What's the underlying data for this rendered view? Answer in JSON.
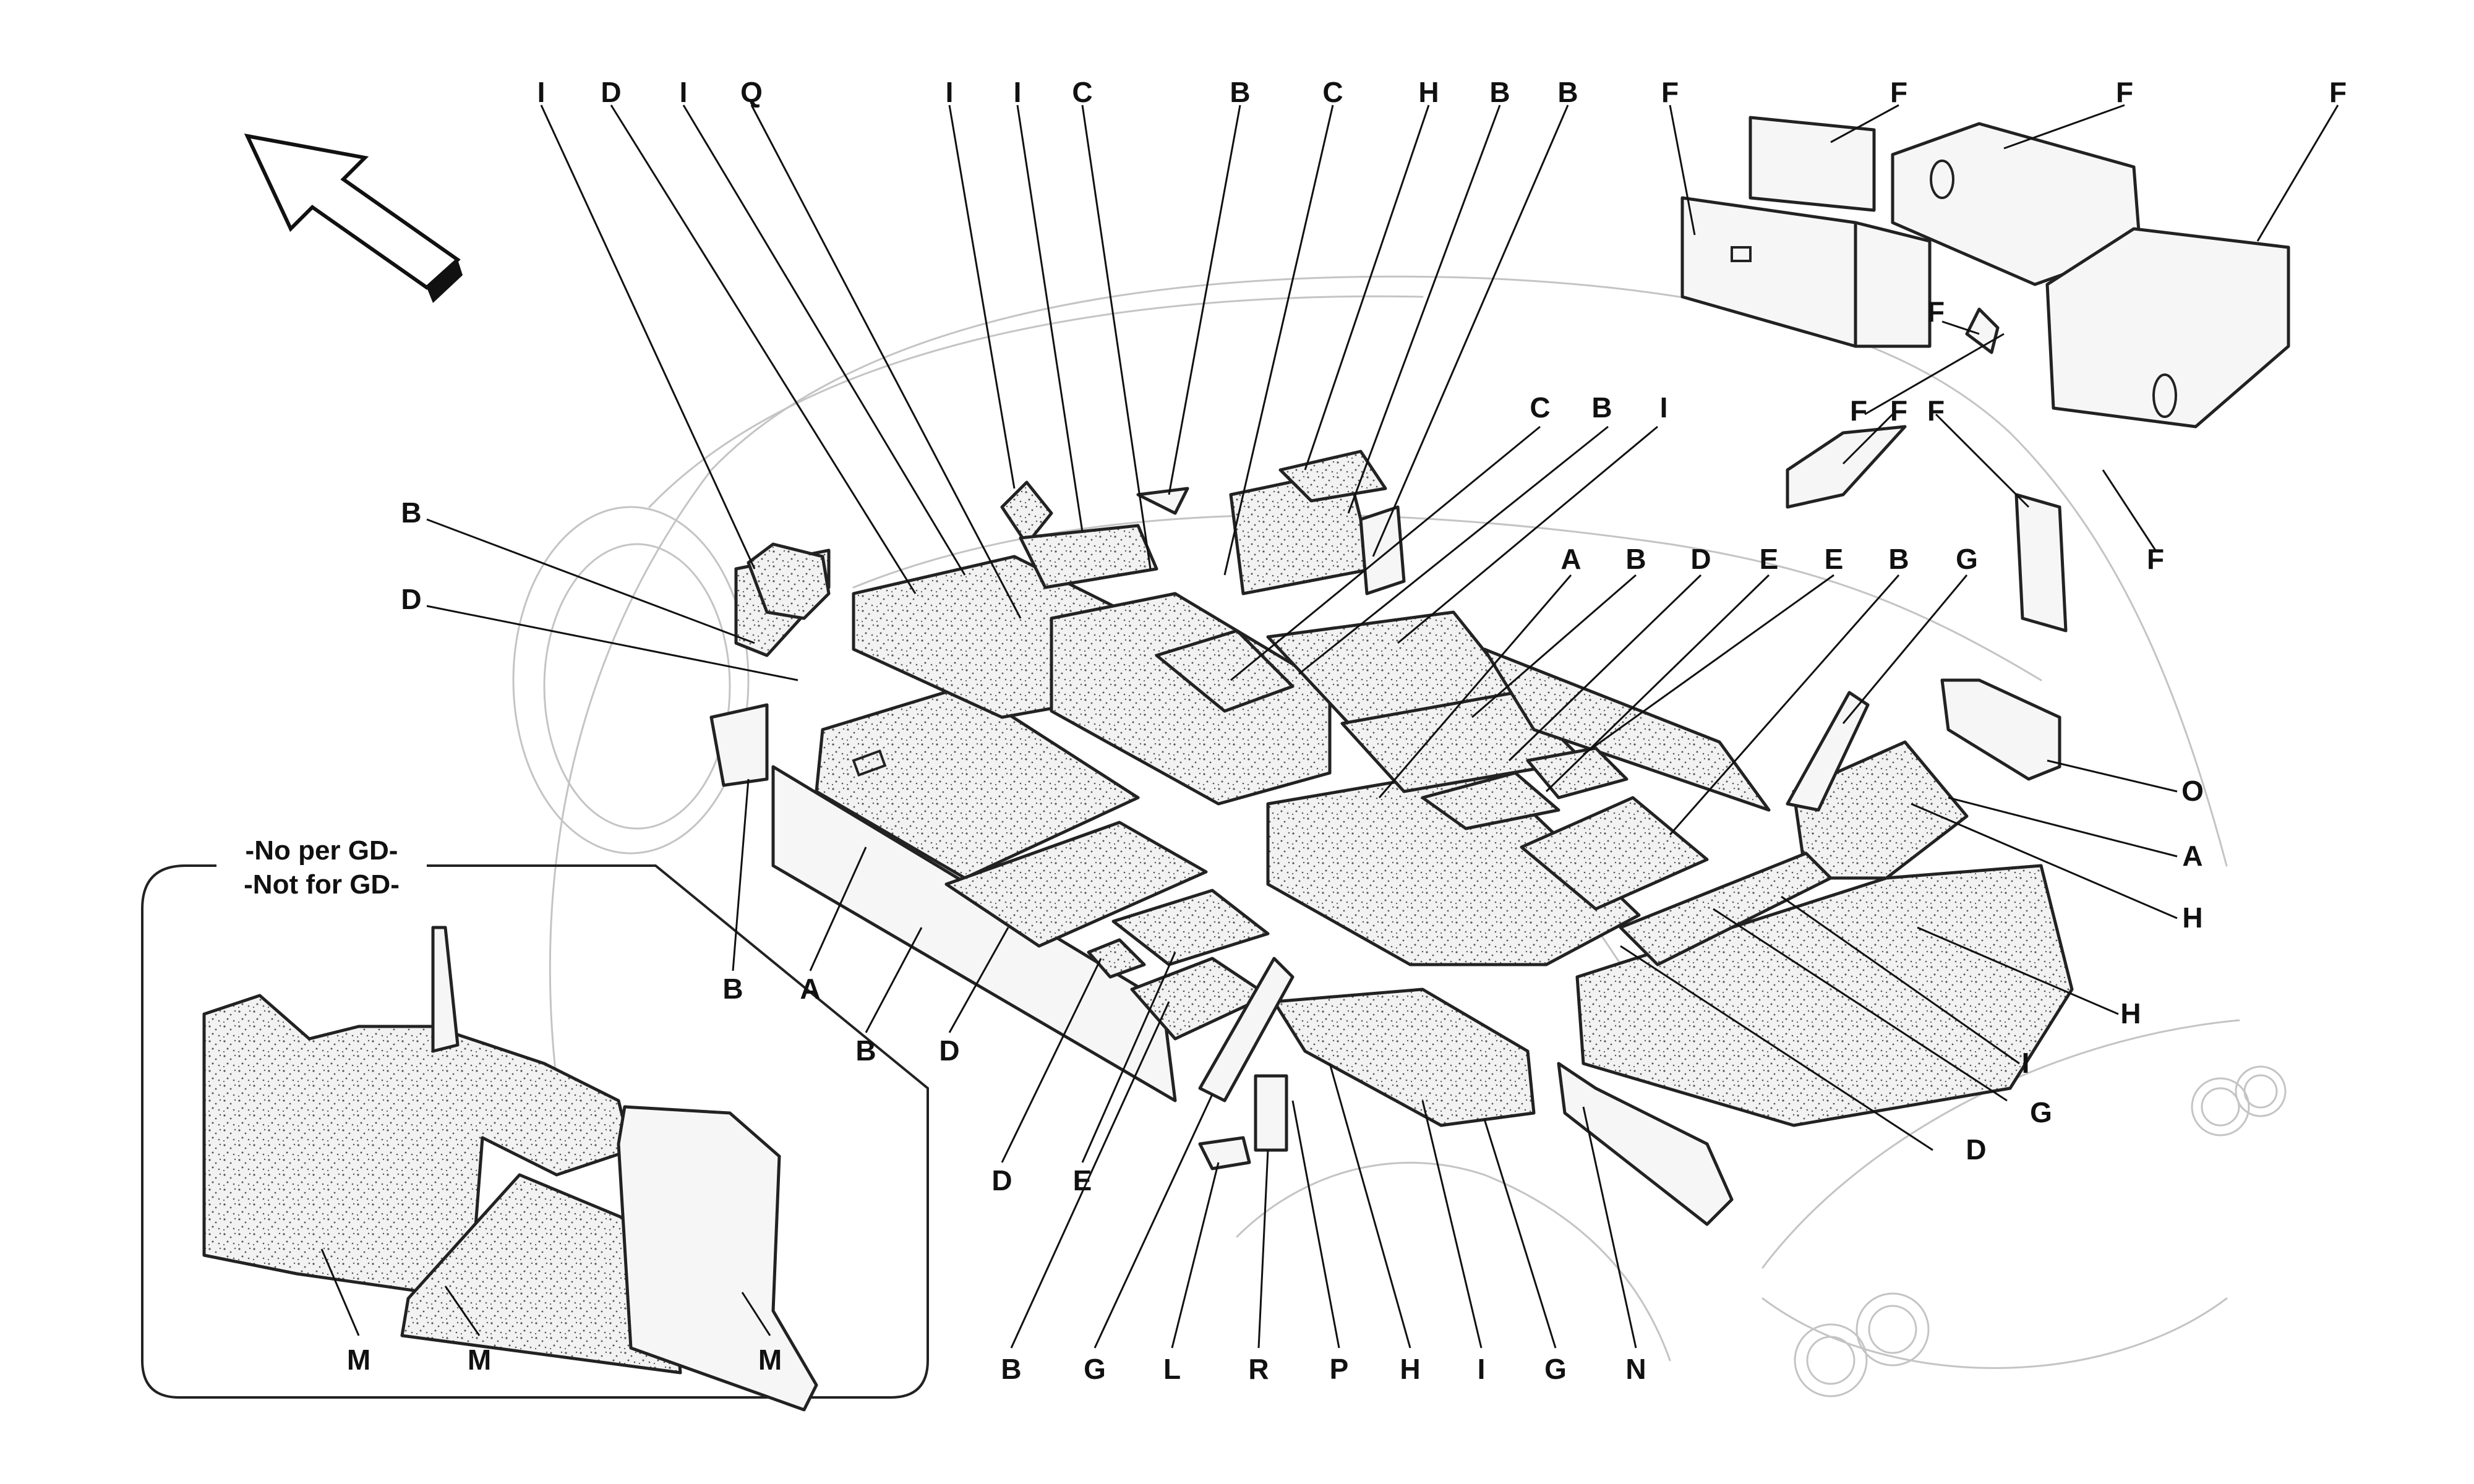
{
  "inset": {
    "note_line1": "-No per GD-",
    "note_line2": "-Not for GD-",
    "labels": [
      "M",
      "M",
      "M"
    ]
  },
  "callouts_top": [
    "I",
    "D",
    "I",
    "Q",
    "I",
    "I",
    "C",
    "B",
    "C",
    "H",
    "B",
    "B",
    "F",
    "F",
    "F",
    "F"
  ],
  "callouts_left": [
    "B",
    "D"
  ],
  "callouts_mid": [
    "C",
    "B",
    "I",
    "A",
    "B",
    "D",
    "E",
    "E",
    "B",
    "G",
    "F",
    "F",
    "F",
    "F",
    "F"
  ],
  "callouts_right": [
    "O",
    "A",
    "H",
    "H",
    "I",
    "G",
    "D"
  ],
  "callouts_lower": [
    "B",
    "A",
    "B",
    "D",
    "D",
    "E"
  ],
  "callouts_bottom": [
    "B",
    "G",
    "L",
    "R",
    "P",
    "H",
    "I",
    "G",
    "N"
  ]
}
